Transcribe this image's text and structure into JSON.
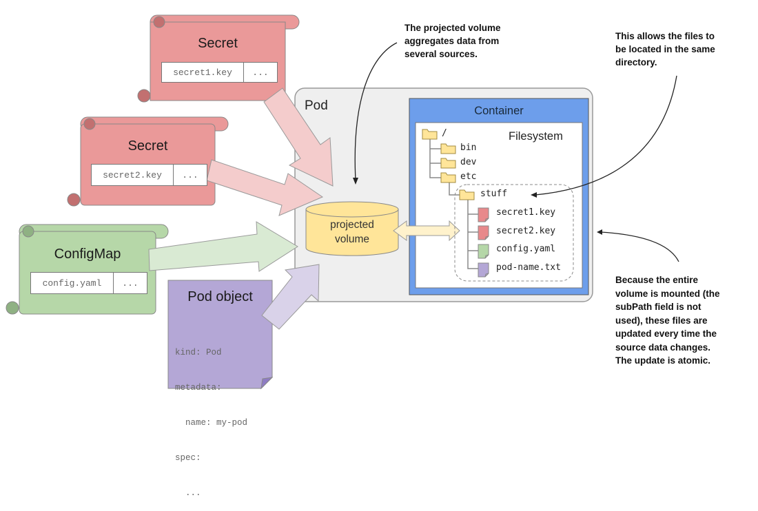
{
  "sources": {
    "secret1": {
      "title": "Secret",
      "key": "secret1.key",
      "more": "..."
    },
    "secret2": {
      "title": "Secret",
      "key": "secret2.key",
      "more": "..."
    },
    "configmap": {
      "title": "ConfigMap",
      "key": "config.yaml",
      "more": "..."
    },
    "pod_object": {
      "title": "Pod object",
      "lines": [
        "kind: Pod",
        "metadata:",
        "  name: my-pod",
        "spec:",
        "  ..."
      ]
    }
  },
  "pod": {
    "label": "Pod",
    "volume_label_line1": "projected",
    "volume_label_line2": "volume",
    "container": {
      "label": "Container",
      "filesystem_label": "Filesystem",
      "tree": {
        "root": "/",
        "dirs": [
          "bin",
          "dev",
          "etc"
        ],
        "subdir": "stuff",
        "files": [
          {
            "name": "secret1.key",
            "color": "#e8898b"
          },
          {
            "name": "secret2.key",
            "color": "#e8898b"
          },
          {
            "name": "config.yaml",
            "color": "#b5d7a8"
          },
          {
            "name": "pod-name.txt",
            "color": "#b4a7d6"
          }
        ]
      }
    }
  },
  "annotations": {
    "projected": [
      "The projected volume",
      "aggregates data from",
      "several sources."
    ],
    "same_dir": [
      "This allows the files to",
      "be located in the same",
      "directory."
    ],
    "atomic": [
      "Because the entire",
      "volume is mounted (the",
      "subPath field is not",
      "used), these files are",
      "updated every time the",
      "source data changes.",
      "The update is atomic."
    ]
  },
  "colors": {
    "secret_fill": "#ea9999",
    "secret_arrow": "#f4cccc",
    "configmap_fill": "#b6d7a8",
    "configmap_arrow": "#d9ead3",
    "pod_object_fill": "#b4a7d6",
    "pod_arrow": "#d9d2e9",
    "volume_fill": "#ffe599",
    "container_fill": "#6d9eeb",
    "pod_fill": "#efefef"
  }
}
